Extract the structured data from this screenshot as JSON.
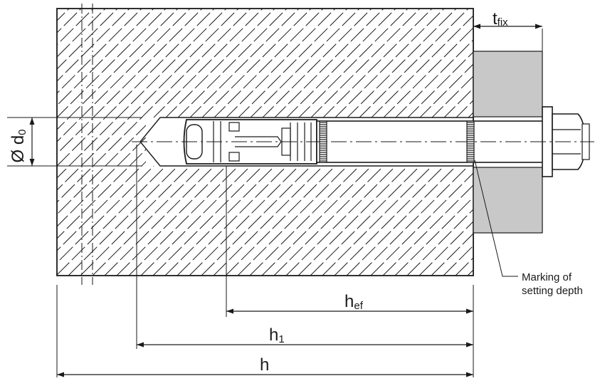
{
  "diagram": {
    "labels": {
      "t_fix": {
        "main": "t",
        "sub": "fix"
      },
      "d0": {
        "prefix": "Ø d",
        "sub": "0"
      },
      "h_ef": {
        "main": "h",
        "sub": "ef"
      },
      "h1": {
        "main": "h",
        "sub": "1"
      },
      "h": {
        "main": "h"
      },
      "marking": {
        "line1": "Marking of",
        "line2": "setting depth"
      }
    },
    "colors": {
      "line": "#1a1a1a",
      "fixture": "#c8c8c8",
      "anchor_fill": "#ffffff",
      "background": "#ffffff"
    }
  }
}
